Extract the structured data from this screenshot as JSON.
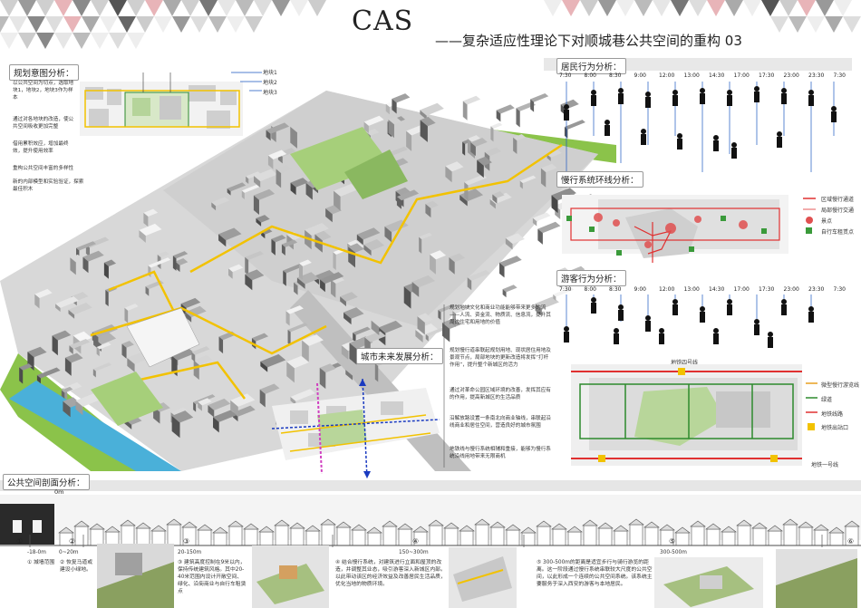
{
  "header": {
    "title": "CAS",
    "subtitle": "——复杂适应性理论下对顺城巷公共空间的重构  03"
  },
  "plan_analysis": {
    "label": "规划意图分析：",
    "plots": [
      "地块1",
      "地块2",
      "地块3"
    ],
    "notes": [
      "以公共空间为切点，选取地块1，地块2，地块3作为样本",
      "通过对各地块的改造，使公共空间吸收更加完整",
      "借用累积效应，增加最终效，提升使用效率",
      "重构公共空间丰富的多样性",
      "新的内部模型和实验验证，探索最佳积木"
    ]
  },
  "resident": {
    "label": "居民行为分析：",
    "times": [
      "7:30",
      "8:00",
      "8:30",
      "9:00",
      "12:00",
      "13:00",
      "14:30",
      "17:00",
      "17:30",
      "23:00",
      "23:30",
      "7:30"
    ]
  },
  "slow_traffic": {
    "label": "慢行系统环线分析：",
    "legend": [
      "区域慢行通道",
      "局部慢行交通",
      "景点",
      "自行车租赁点"
    ]
  },
  "tourist": {
    "label": "游客行为分析：",
    "times": [
      "7:30",
      "8:00",
      "8:30",
      "9:00",
      "12:00",
      "13:00",
      "14:30",
      "17:00",
      "17:30",
      "23:00",
      "23:30",
      "7:30"
    ]
  },
  "future": {
    "label": "城市未来发展分析：",
    "notes": [
      "规划地块文化和商业功能能够带来更多的流——人流、资金流、物质流、信息流，提升其周边住宅和用地的价值",
      "规划慢行道串联起规划用地、现状居住用地及景观节点，局部地块的更新改造将发挥“打杆作用”，提升整个新城区的活力",
      "通过对革命公园区域环境的改善，发挥其应有的作用，提高新城区的生活品质",
      "沿解放路设置一条南北向商业轴线，串联起沿线商业和居住空间，营造良好的城市氛围",
      "地铁线与慢行系统相辅和重接，能够为慢行系统沿线用地带来无限商机"
    ]
  },
  "metro": {
    "top_label": "地铁四号线",
    "bottom_label": "地铁一号线",
    "legend": [
      "微型慢行游览线",
      "绿道",
      "地铁线路",
      "地铁出站口"
    ]
  },
  "section": {
    "label": "公共空间剖面分析：",
    "zero": "0m",
    "numbers": [
      "①",
      "②",
      "③",
      "④",
      "⑤",
      "⑥"
    ],
    "ranges": [
      "-18-0m",
      "0~20m",
      "20-150m",
      "150~300m",
      "300-500m"
    ],
    "captions": [
      "① 城墙范围",
      "② 恢复马道或建设小绿地。",
      "③ 建筑高度控制在9米以内，保持传统建筑风格。其中20-40米范围内设计开敞空间、绿化、沿街商业与自行车租赁点",
      "④ 结合慢行系统，对建筑进行立面和屋顶的改造，并调整其业态，吸引游客深入新城区内部。以此带动该区的经济效益及改善居民生活品质，优化当地的物质环境。",
      "⑤ 300-500m的距离是适宜步行与骑行游览的距离。这一阶段通过慢行系统串联较大尺度的公共空间，以此形成一个连续的公共空间系统。该系统主要服务于深入西安的游客与本地居民。"
    ]
  },
  "colors": {
    "accent_yellow": "#f2c200",
    "route_red": "#e03030",
    "green": "#2d8a2d",
    "gray": "#888888"
  }
}
